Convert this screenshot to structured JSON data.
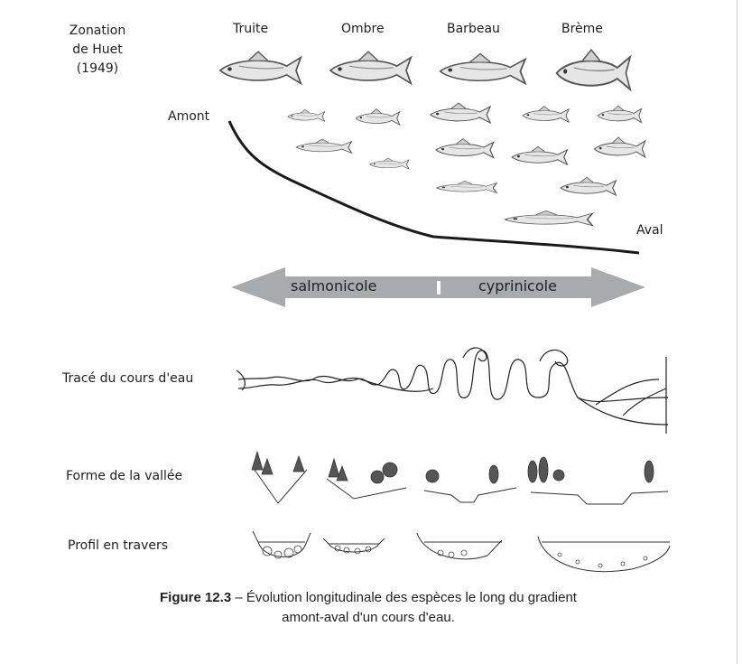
{
  "header": {
    "label_lines": [
      "Zonation",
      "de Huet",
      "(1949)"
    ]
  },
  "zones": [
    "Truite",
    "Ombre",
    "Barbeau",
    "Brème"
  ],
  "gradient": {
    "upstream_label": "Amont",
    "downstream_label": "Aval"
  },
  "arrow": {
    "left_label": "salmonicole",
    "right_label": "cyprinicole",
    "color": "#a9aaac"
  },
  "rows": {
    "course": "Tracé du cours d'eau",
    "valley": "Forme de la vallée",
    "profile": "Profil en travers"
  },
  "caption": {
    "number": "Figure 12.3",
    "line1_rest": " – Évolution longitudinale des espèces le long du gradient",
    "line2": "amont-aval d'un cours d'eau."
  }
}
